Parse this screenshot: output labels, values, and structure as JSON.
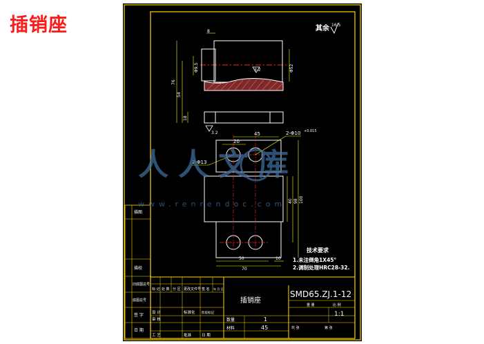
{
  "page_title": "插销座",
  "colors": {
    "background": "#000000",
    "frame": "#ffd700",
    "outline": "#ffffff",
    "dimension": "#ffff00",
    "center_line": "#ff2020",
    "watermark": "#3f6fa0"
  },
  "roughness": {
    "label": "其余",
    "value": "16.5"
  },
  "front_view": {
    "dims": {
      "width": "8",
      "hole_dia": "Φ9.5",
      "bore_dia": "Φ52",
      "overall_height": "76",
      "lower_height": "54",
      "base_height": "18",
      "roughness": "3.2",
      "bottom_roughness": "3.2"
    }
  },
  "top_view": {
    "dims": {
      "pin_hole": "2-Φ13",
      "bolt_hole": "2-Φ10",
      "bolt_tol": "+0.015",
      "center_spacing": "45",
      "offset": "20",
      "height_a": "98",
      "height_b": "100",
      "height_c": "40",
      "width_a": "50",
      "width_b": "70",
      "edge": "10"
    }
  },
  "tech_requirements": {
    "title": "技术要求",
    "items": [
      "1.未注倒角1X45°",
      "2.调制处理HRC28-32."
    ]
  },
  "side_labels": [
    "描图",
    "描校",
    "旧底图总号",
    "底图总号",
    "签 字",
    "日 期"
  ],
  "title_block": {
    "part_name": "插销座",
    "drawing_number": "SMD65.ZJ.1-12",
    "scale": "1:1",
    "quantity": "1",
    "material": "45",
    "row_headers": [
      "标 记",
      "处 数",
      "分 区",
      "更改文件号",
      "签 名",
      "年 月 日"
    ],
    "rows": [
      {
        "label": "设 计",
        "label2": "标准化",
        "label3": "阶段标记"
      },
      {
        "label": "审 核"
      },
      {
        "label": "工 艺",
        "label2": "批准",
        "label3": "日 期"
      }
    ],
    "weight_label": "重 量",
    "scale_label": "比 例",
    "quantity_label": "数量",
    "material_label": "材料",
    "sheets_label": "共   张",
    "sheet_label": "第   张"
  },
  "watermark": {
    "brand": "人人文库",
    "url": "www.renrendoc.com"
  }
}
